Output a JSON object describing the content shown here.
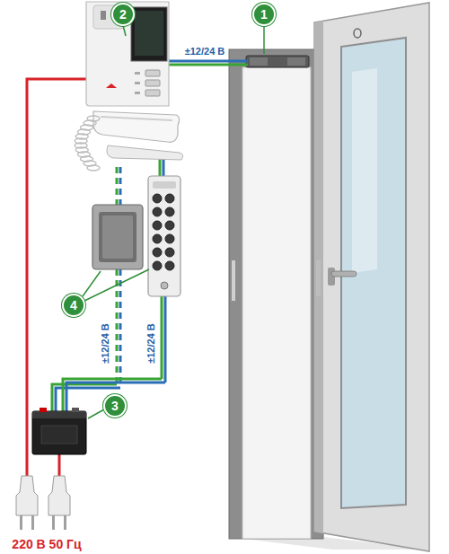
{
  "diagram": {
    "labels": [
      "2",
      "1",
      "±12/24 В",
      "4",
      "±12/24 В",
      "±12/24 В",
      "3",
      "220 В 50 Гц"
    ]
  }
}
